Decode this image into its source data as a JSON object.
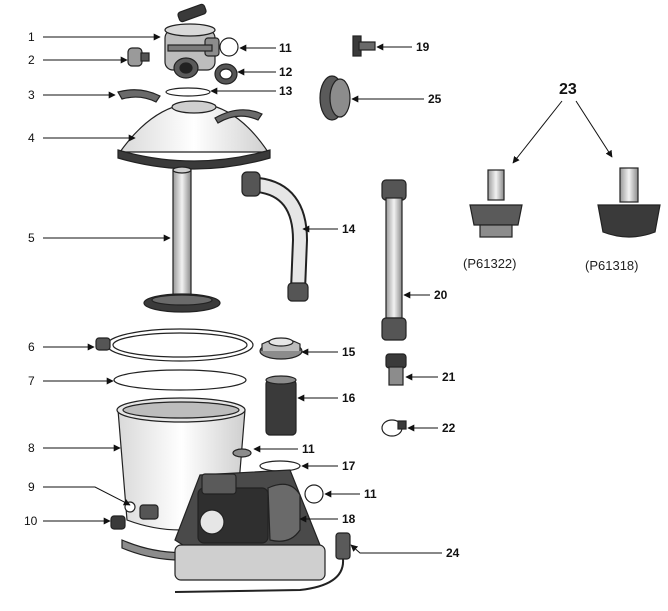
{
  "callouts": {
    "c1": "1",
    "c2": "2",
    "c3": "3",
    "c4": "4",
    "c5": "5",
    "c6": "6",
    "c7": "7",
    "c8": "8",
    "c9": "9",
    "c10": "10",
    "c11a": "11",
    "c11b": "11",
    "c11c": "11",
    "c12": "12",
    "c13": "13",
    "c14": "14",
    "c15": "15",
    "c16": "16",
    "c17": "17",
    "c18": "18",
    "c19": "19",
    "c20": "20",
    "c21": "21",
    "c22": "22",
    "c23": "23",
    "c24": "24",
    "c25": "25"
  },
  "part_codes": {
    "left": "(P61322)",
    "right": "(P61318)"
  },
  "colors": {
    "outline": "#222222",
    "dark_fill": "#3a3a3a",
    "mid_fill": "#8c8c8c",
    "light_fill": "#e6e6e6"
  }
}
